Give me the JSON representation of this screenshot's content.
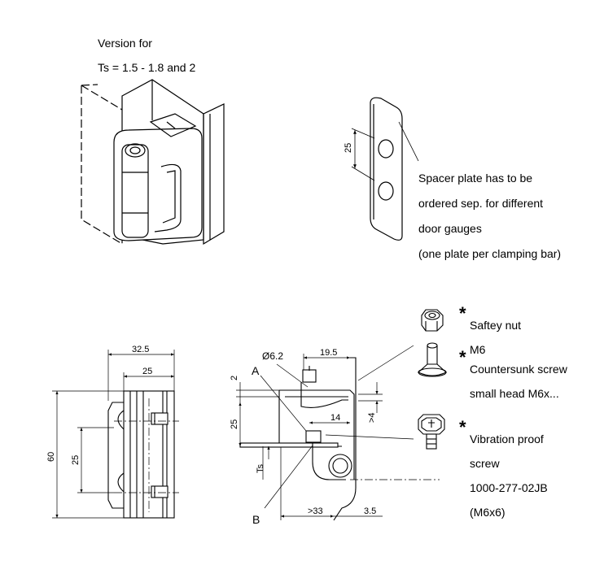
{
  "header": {
    "line1": "Version for",
    "line2": "Ts = 1.5 - 1.8 and 2"
  },
  "spacer_note": {
    "line1": "Spacer plate has to be",
    "line2": "ordered sep. for different",
    "line3": "door gauges",
    "line4": "(one plate per clamping bar)",
    "dim_spacing": "25"
  },
  "parts": [
    {
      "mark": "*",
      "line1": "Saftey nut",
      "line2": "M6",
      "line3": "",
      "line4": "",
      "icon": "hex-nut-icon"
    },
    {
      "mark": "*",
      "line1": "Countersunk screw",
      "line2": "small head M6x...",
      "line3": "",
      "line4": "",
      "icon": "countersunk-screw-icon"
    },
    {
      "mark": "*",
      "line1": "Vibration proof",
      "line2": "screw",
      "line3": "1000-277-02JB",
      "line4": "(M6x6)",
      "icon": "vibration-screw-icon"
    }
  ],
  "front_view_dims": {
    "overall_width": "32.5",
    "inner_width": "25",
    "height": "60",
    "hole_spacing": "25"
  },
  "section_view_dims": {
    "hole_dia": "Ø6.2",
    "top_width": "19.5",
    "gap": "2",
    "inner": "14",
    "offset": ">4",
    "height": "25",
    "ts": "Ts",
    "base_width": ">33",
    "end_offset": "3.5",
    "label_a": "A",
    "label_b": "B"
  }
}
